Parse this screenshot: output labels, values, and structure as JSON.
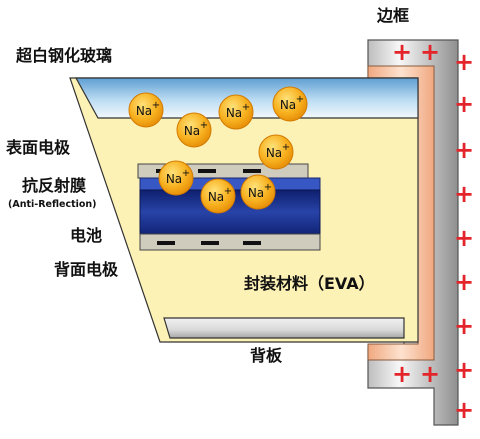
{
  "labels": {
    "frame": "边框",
    "glass": "超白钢化玻璃",
    "front_electrode": "表面电极",
    "arc": "抗反射膜",
    "arc_sub": "(Anti-Reflection)",
    "cell": "电池",
    "back_electrode": "背面电极",
    "eva": "封装材料（EVA）",
    "backsheet": "背板"
  },
  "ion_label": "Na",
  "ion_charge": "+",
  "plus_sign": "+",
  "minus_sign": "−",
  "colors": {
    "eva": "#fdf3b8",
    "glass_top": "#6aa6d6",
    "glass_bottom": "#eaf4fb",
    "frame_light": "#eeeeee",
    "frame_dark": "#9a9a9a",
    "frame_inner": "#f5b58f",
    "ion": "#f5a81c",
    "plus": "#e3252b",
    "cell_blue": "#1a2f8a",
    "electrode_grey": "#c9c6b9",
    "text": "#111111"
  }
}
